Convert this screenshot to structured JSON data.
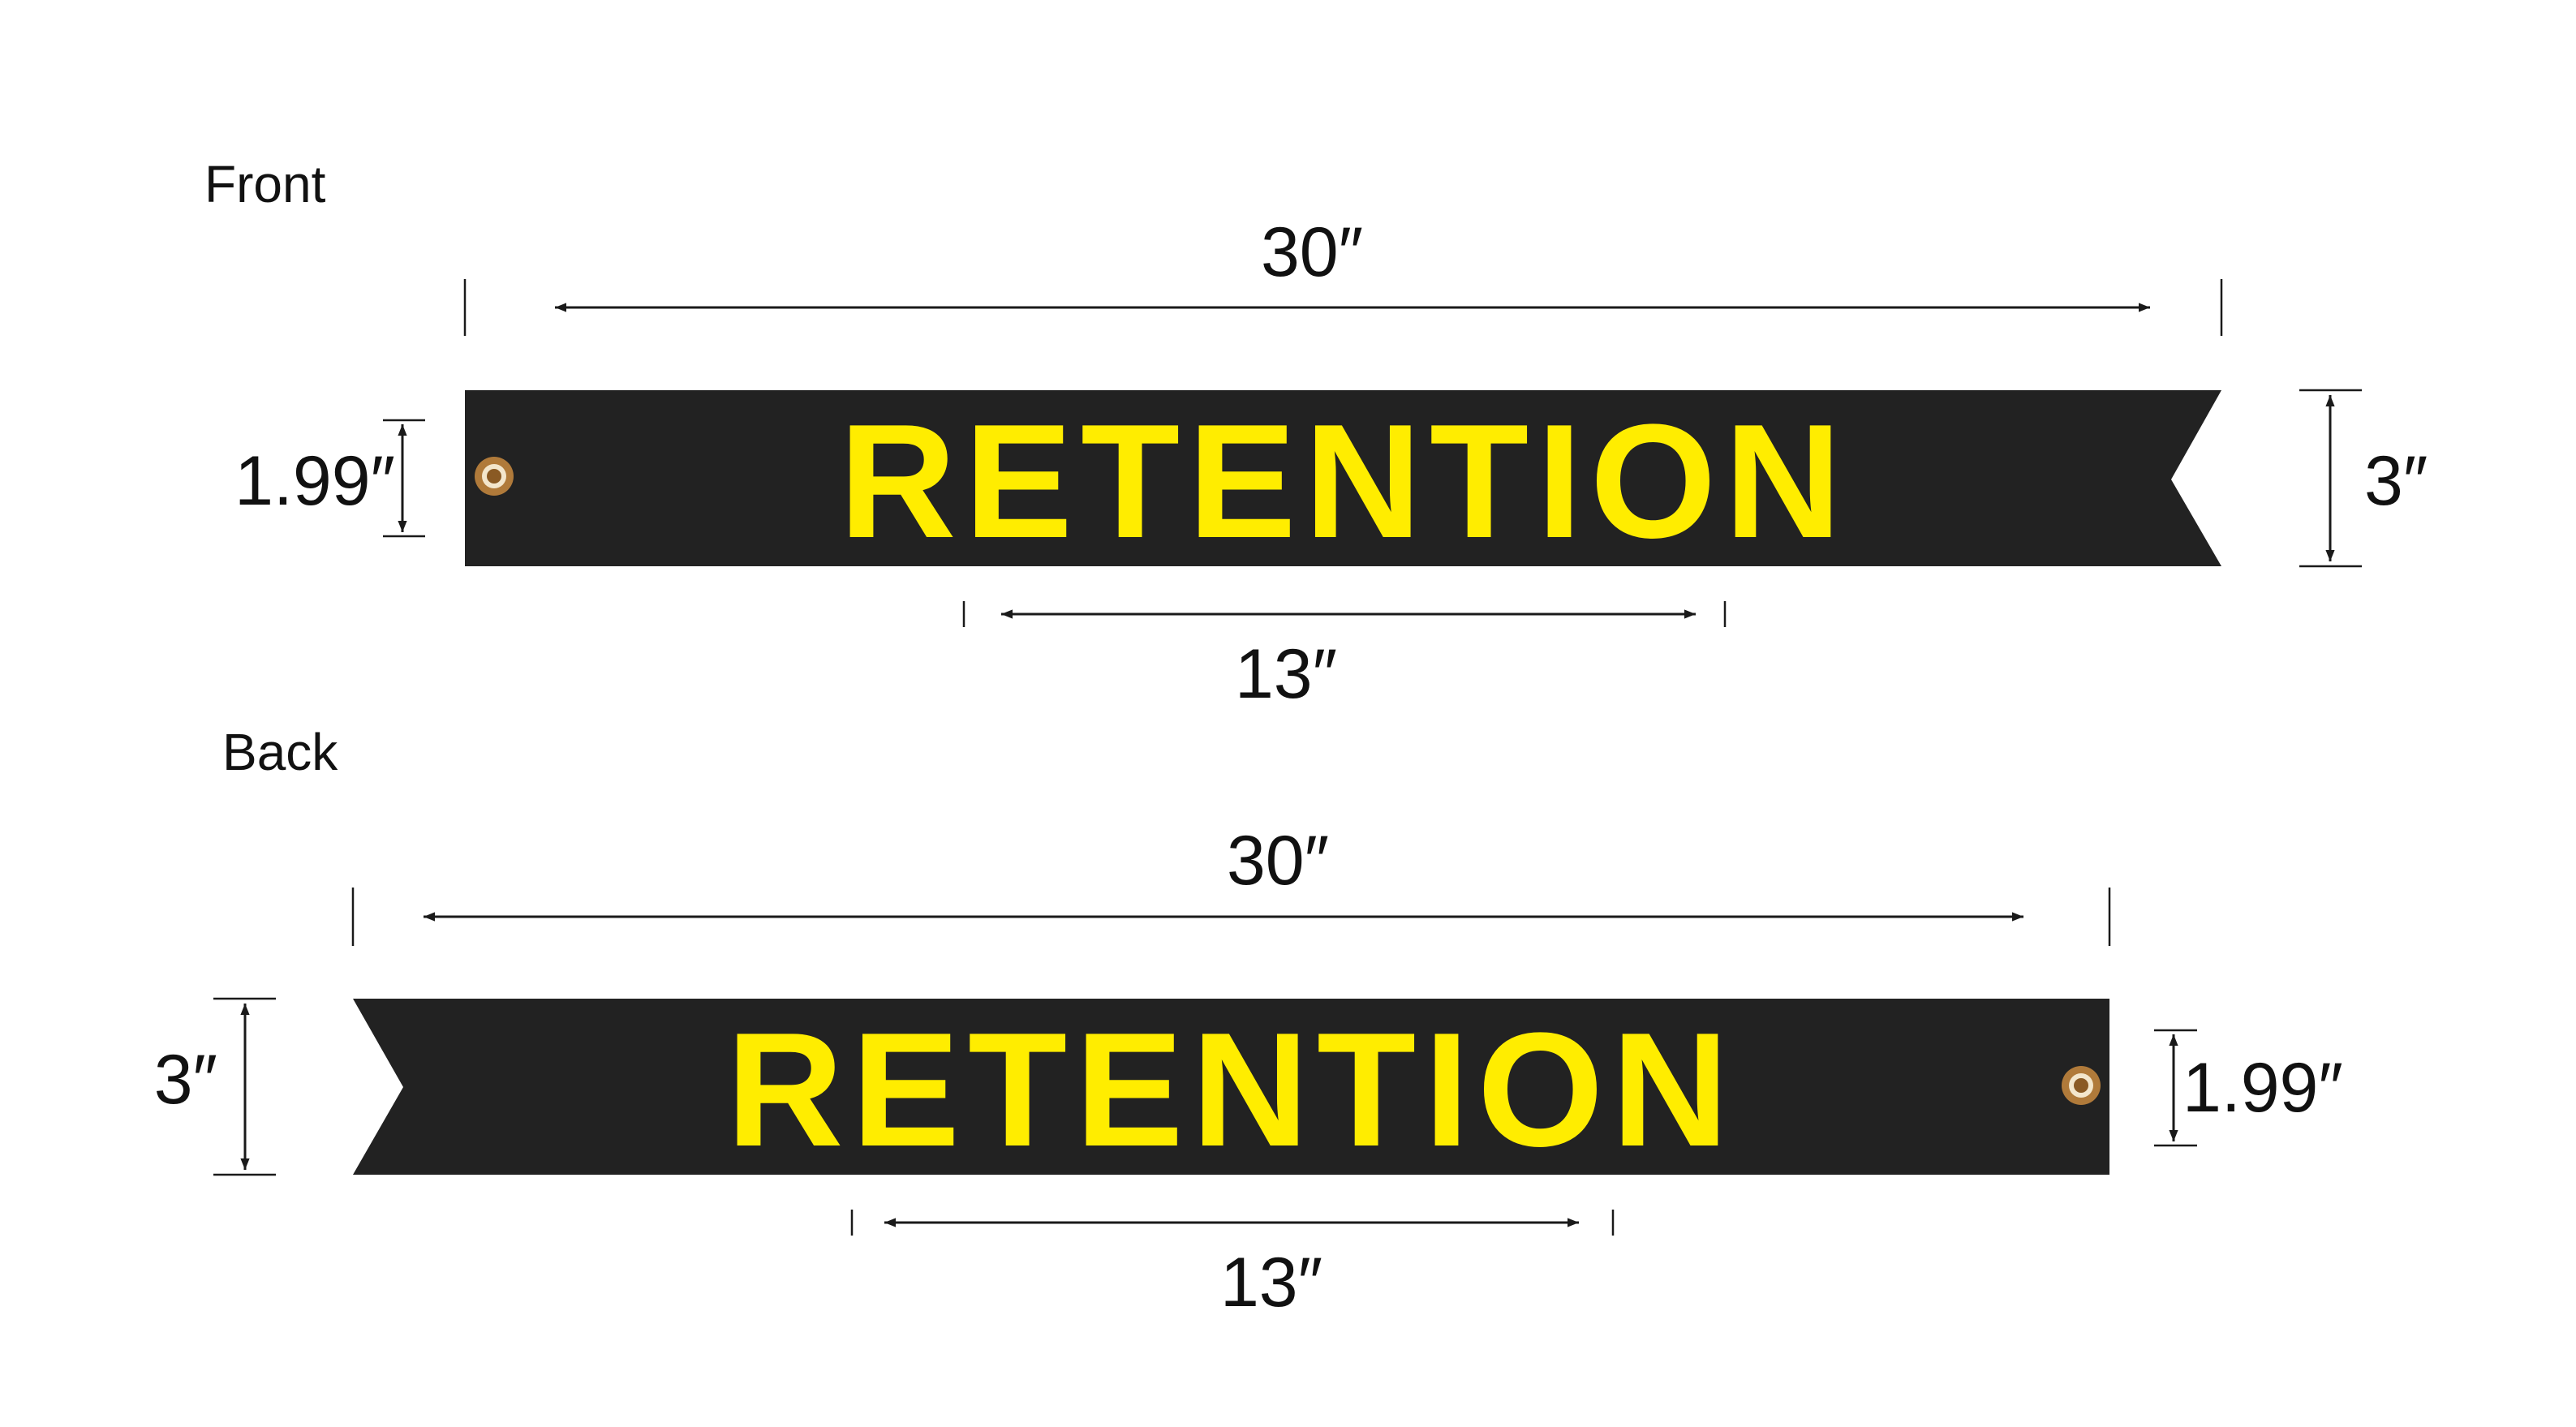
{
  "front": {
    "label": "Front",
    "text": "RETENTION",
    "width_label": "30″",
    "height_label": "3″",
    "text_height_label": "1.99″",
    "text_width_label": "13″"
  },
  "back": {
    "label": "Back",
    "text": "RETENTION",
    "width_label": "30″",
    "height_label": "3″",
    "text_height_label": "1.99″",
    "text_width_label": "13″"
  },
  "colors": {
    "banner": "#222222",
    "text": "#ffed00",
    "grommet": "#b07a3a",
    "background": "#ffffff"
  }
}
